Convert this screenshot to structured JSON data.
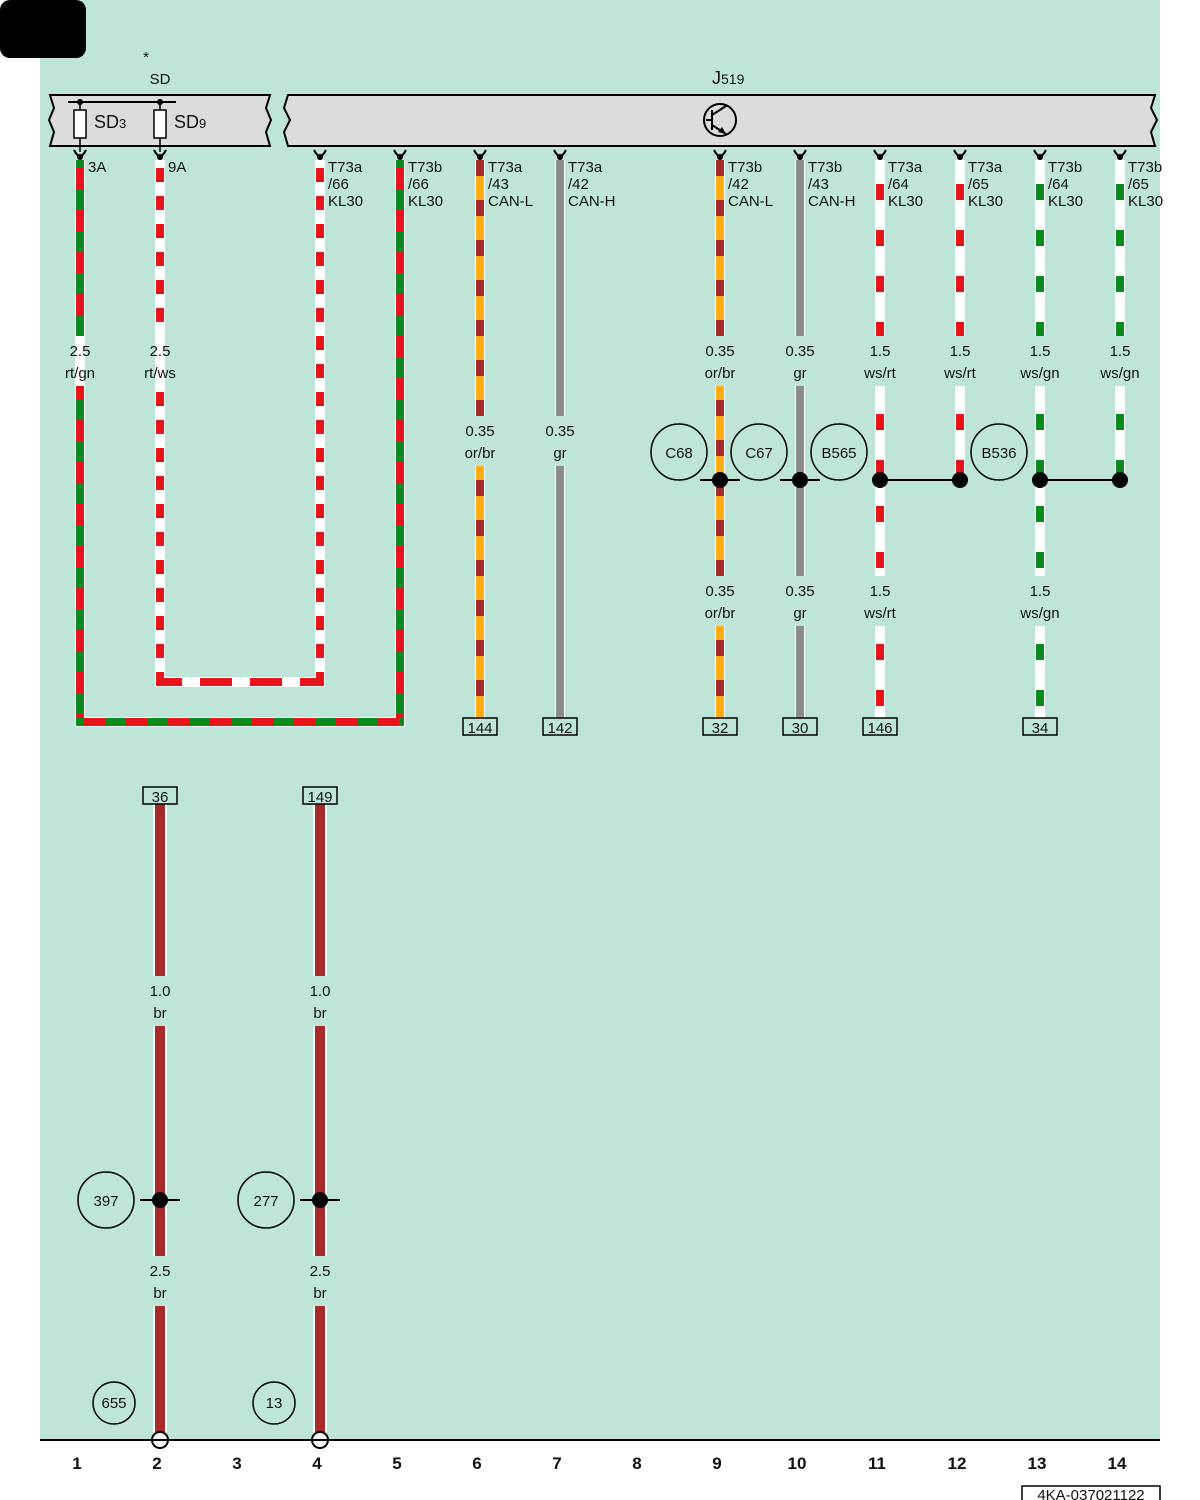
{
  "colors": {
    "background": "#bfe5d9",
    "red": "#e8141c",
    "green": "#0a8a1e",
    "white": "#ffffff",
    "orange": "#ffad14",
    "brown": "#a52a2a",
    "grey": "#8c8c8c",
    "module": "#dcdcdc"
  },
  "components": {
    "fuse_holder": {
      "star": "*",
      "label": "SD",
      "fuse_1": "SD",
      "fuse_1_sub": "3",
      "fuse_2": "SD",
      "fuse_2_sub": "9"
    },
    "control_unit": {
      "label": "J",
      "label_sub": "519",
      "icon": "transistor-symbol-icon"
    }
  },
  "pins": [
    {
      "col": 1,
      "lines": [
        "3A"
      ]
    },
    {
      "col": 2,
      "lines": [
        "9A"
      ]
    },
    {
      "col": 4,
      "lines": [
        "T73a",
        "/66",
        "KL30"
      ]
    },
    {
      "col": 5,
      "lines": [
        "T73b",
        "/66",
        "KL30"
      ]
    },
    {
      "col": 6,
      "lines": [
        "T73a",
        "/43",
        "CAN-L"
      ]
    },
    {
      "col": 7,
      "lines": [
        "T73a",
        "/42",
        "CAN-H"
      ]
    },
    {
      "col": 9,
      "lines": [
        "T73b",
        "/42",
        "CAN-L"
      ]
    },
    {
      "col": 10,
      "lines": [
        "T73b",
        "/43",
        "CAN-H"
      ]
    },
    {
      "col": 11,
      "lines": [
        "T73a",
        "/64",
        "KL30"
      ]
    },
    {
      "col": 12,
      "lines": [
        "T73a",
        "/65",
        "KL30"
      ]
    },
    {
      "col": 13,
      "lines": [
        "T73b",
        "/64",
        "KL30"
      ]
    },
    {
      "col": 14,
      "lines": [
        "T73b",
        "/65",
        "KL30"
      ]
    }
  ],
  "wire_labels": [
    {
      "col": 1,
      "row": "a",
      "size": "2.5",
      "color": "rt/gn"
    },
    {
      "col": 2,
      "row": "a",
      "size": "2.5",
      "color": "rt/ws"
    },
    {
      "col": 6,
      "row": "b",
      "size": "0.35",
      "color": "or/br"
    },
    {
      "col": 7,
      "row": "b",
      "size": "0.35",
      "color": "gr"
    },
    {
      "col": 9,
      "row": "a",
      "size": "0.35",
      "color": "or/br"
    },
    {
      "col": 10,
      "row": "a",
      "size": "0.35",
      "color": "gr"
    },
    {
      "col": 11,
      "row": "a",
      "size": "1.5",
      "color": "ws/rt"
    },
    {
      "col": 12,
      "row": "a",
      "size": "1.5",
      "color": "ws/rt"
    },
    {
      "col": 13,
      "row": "a",
      "size": "1.5",
      "color": "ws/gn"
    },
    {
      "col": 14,
      "row": "a",
      "size": "1.5",
      "color": "ws/gn"
    },
    {
      "col": 9,
      "row": "c",
      "size": "0.35",
      "color": "or/br"
    },
    {
      "col": 10,
      "row": "c",
      "size": "0.35",
      "color": "gr"
    },
    {
      "col": 11,
      "row": "c",
      "size": "1.5",
      "color": "ws/rt"
    },
    {
      "col": 13,
      "row": "c",
      "size": "1.5",
      "color": "ws/gn"
    },
    {
      "col": 2,
      "row": "d",
      "size": "1.0",
      "color": "br"
    },
    {
      "col": 4,
      "row": "d",
      "size": "1.0",
      "color": "br"
    },
    {
      "col": 2,
      "row": "e",
      "size": "2.5",
      "color": "br"
    },
    {
      "col": 4,
      "row": "e",
      "size": "2.5",
      "color": "br"
    }
  ],
  "connection_points": [
    {
      "col": 9,
      "label": "C68"
    },
    {
      "col": 10,
      "label": "C67"
    },
    {
      "col": 11,
      "label": "B565"
    },
    {
      "col": 13,
      "label": "B536"
    },
    {
      "col": 2,
      "label": "397"
    },
    {
      "col": 4,
      "label": "277"
    }
  ],
  "ground_refs": [
    {
      "col": 2,
      "label": "655"
    },
    {
      "col": 4,
      "label": "13"
    }
  ],
  "continuation_refs": [
    {
      "col": 6,
      "label": "144"
    },
    {
      "col": 7,
      "label": "142"
    },
    {
      "col": 9,
      "label": "32"
    },
    {
      "col": 10,
      "label": "30"
    },
    {
      "col": 11,
      "label": "146"
    },
    {
      "col": 13,
      "label": "34"
    },
    {
      "col": 2,
      "label": "36"
    },
    {
      "col": 4,
      "label": "149"
    }
  ],
  "column_numbers": [
    "1",
    "2",
    "3",
    "4",
    "5",
    "6",
    "7",
    "8",
    "9",
    "10",
    "11",
    "12",
    "13",
    "14"
  ],
  "footer": {
    "diagram_id": "4KA-037021122"
  }
}
